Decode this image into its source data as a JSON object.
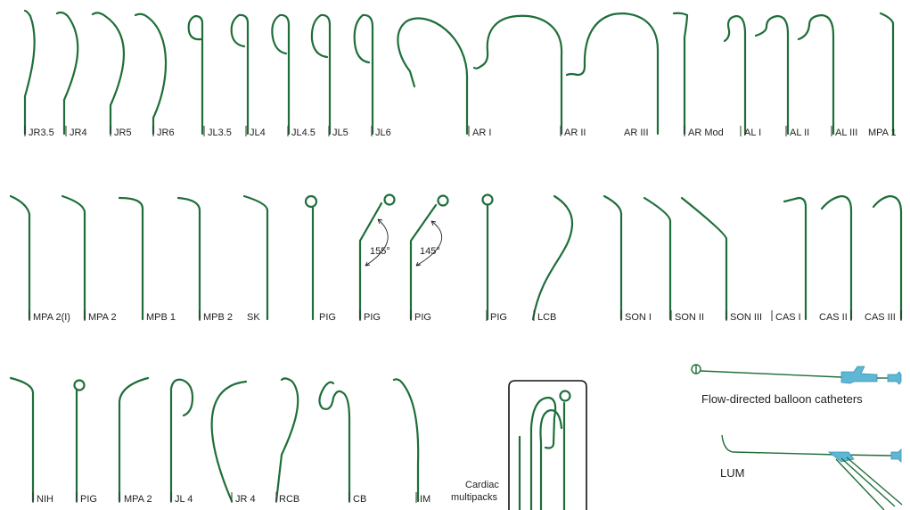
{
  "labels": {
    "row1": [
      "JR3.5",
      "JR4",
      "JR5",
      "JR6",
      "JL3.5",
      "JL4",
      "JL4.5",
      "JL5",
      "JL6",
      "AR I",
      "AR II",
      "AR III",
      "AR Mod",
      "AL I",
      "AL II",
      "AL III",
      "MPA 1"
    ],
    "row2": [
      "MPA 2(I)",
      "MPA 2",
      "MPB 1",
      "MPB 2",
      "SK",
      "PIG",
      "PIG",
      "PIG",
      "PIG",
      "LCB",
      "SON I",
      "SON II",
      "SON III",
      "CAS I",
      "CAS II",
      "CAS III"
    ],
    "row3": [
      "NIH",
      "PIG",
      "MPA 2",
      "JL 4",
      "JR 4",
      "RCB",
      "CB",
      "IM"
    ],
    "cardiac_line1": "Cardiac",
    "cardiac_line2": "multipacks",
    "angle1": "155°",
    "angle2": "145°",
    "flow_directed": "Flow-directed balloon catheters",
    "lum": "LUM"
  },
  "colors": {
    "catheter": "#1f6e3a",
    "balloon_hub": "#5fb7d4"
  }
}
